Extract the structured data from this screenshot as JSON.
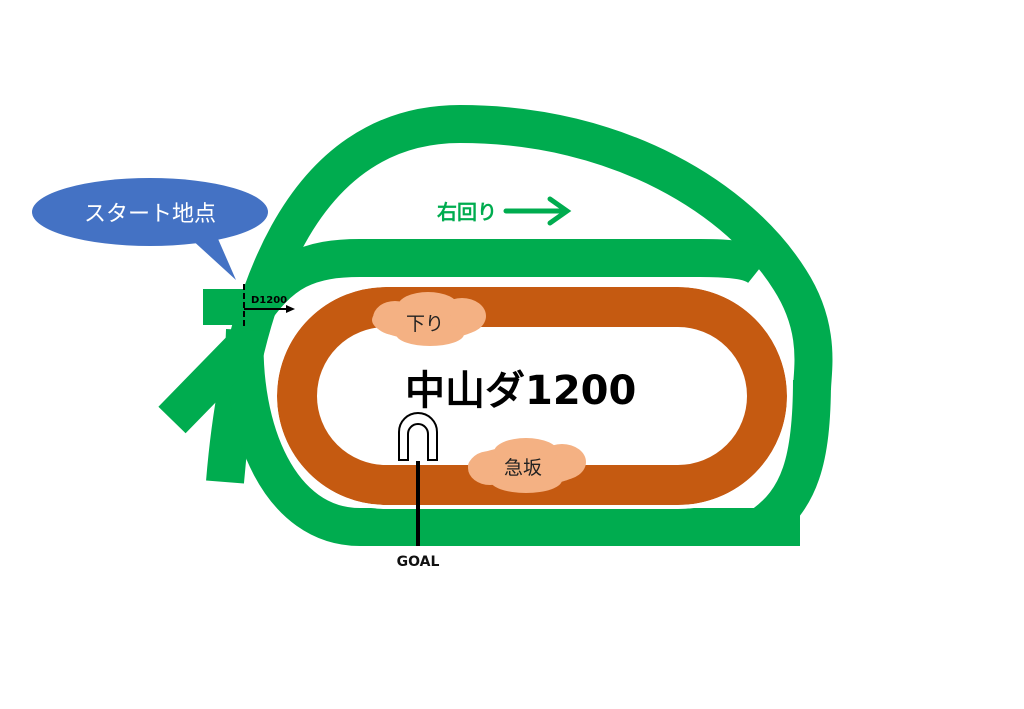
{
  "title": "中山ダ1200",
  "callout": {
    "label": "スタート地点"
  },
  "direction": {
    "label": "右回り"
  },
  "start_marker": {
    "label": "D1200"
  },
  "annotations": [
    {
      "label": "下り"
    },
    {
      "label": "急坂"
    }
  ],
  "goal": {
    "label": "GOAL"
  },
  "colors": {
    "turf": "#00ac4f",
    "dirt": "#c55a11",
    "cloud": "#f4b183",
    "callout": "#4472c4"
  }
}
